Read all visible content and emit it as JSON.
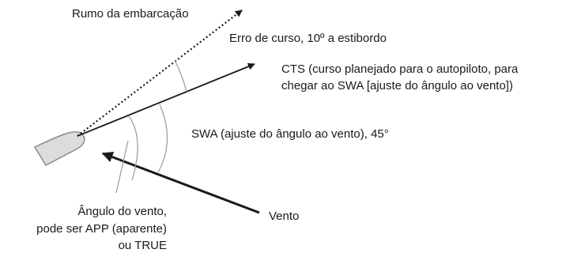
{
  "labels": {
    "heading": "Rumo da embarcação",
    "course_error": "Erro de curso, 10º a estibordo",
    "cts_line1": "CTS (curso planejado para o autopiloto, para",
    "cts_line2": "chegar ao SWA [ajuste do ângulo ao vento])",
    "swa": "SWA (ajuste do ângulo ao vento), 45°",
    "wind": "Vento",
    "wind_angle_line1": "Ângulo do vento,",
    "wind_angle_line2": "pode ser APP (aparente)",
    "wind_angle_line3": "ou TRUE"
  },
  "colors": {
    "ink": "#1a1a1a",
    "boat_fill": "#dcdcdc",
    "boat_stroke": "#8a8a8a",
    "arc": "#9a9a9a"
  }
}
